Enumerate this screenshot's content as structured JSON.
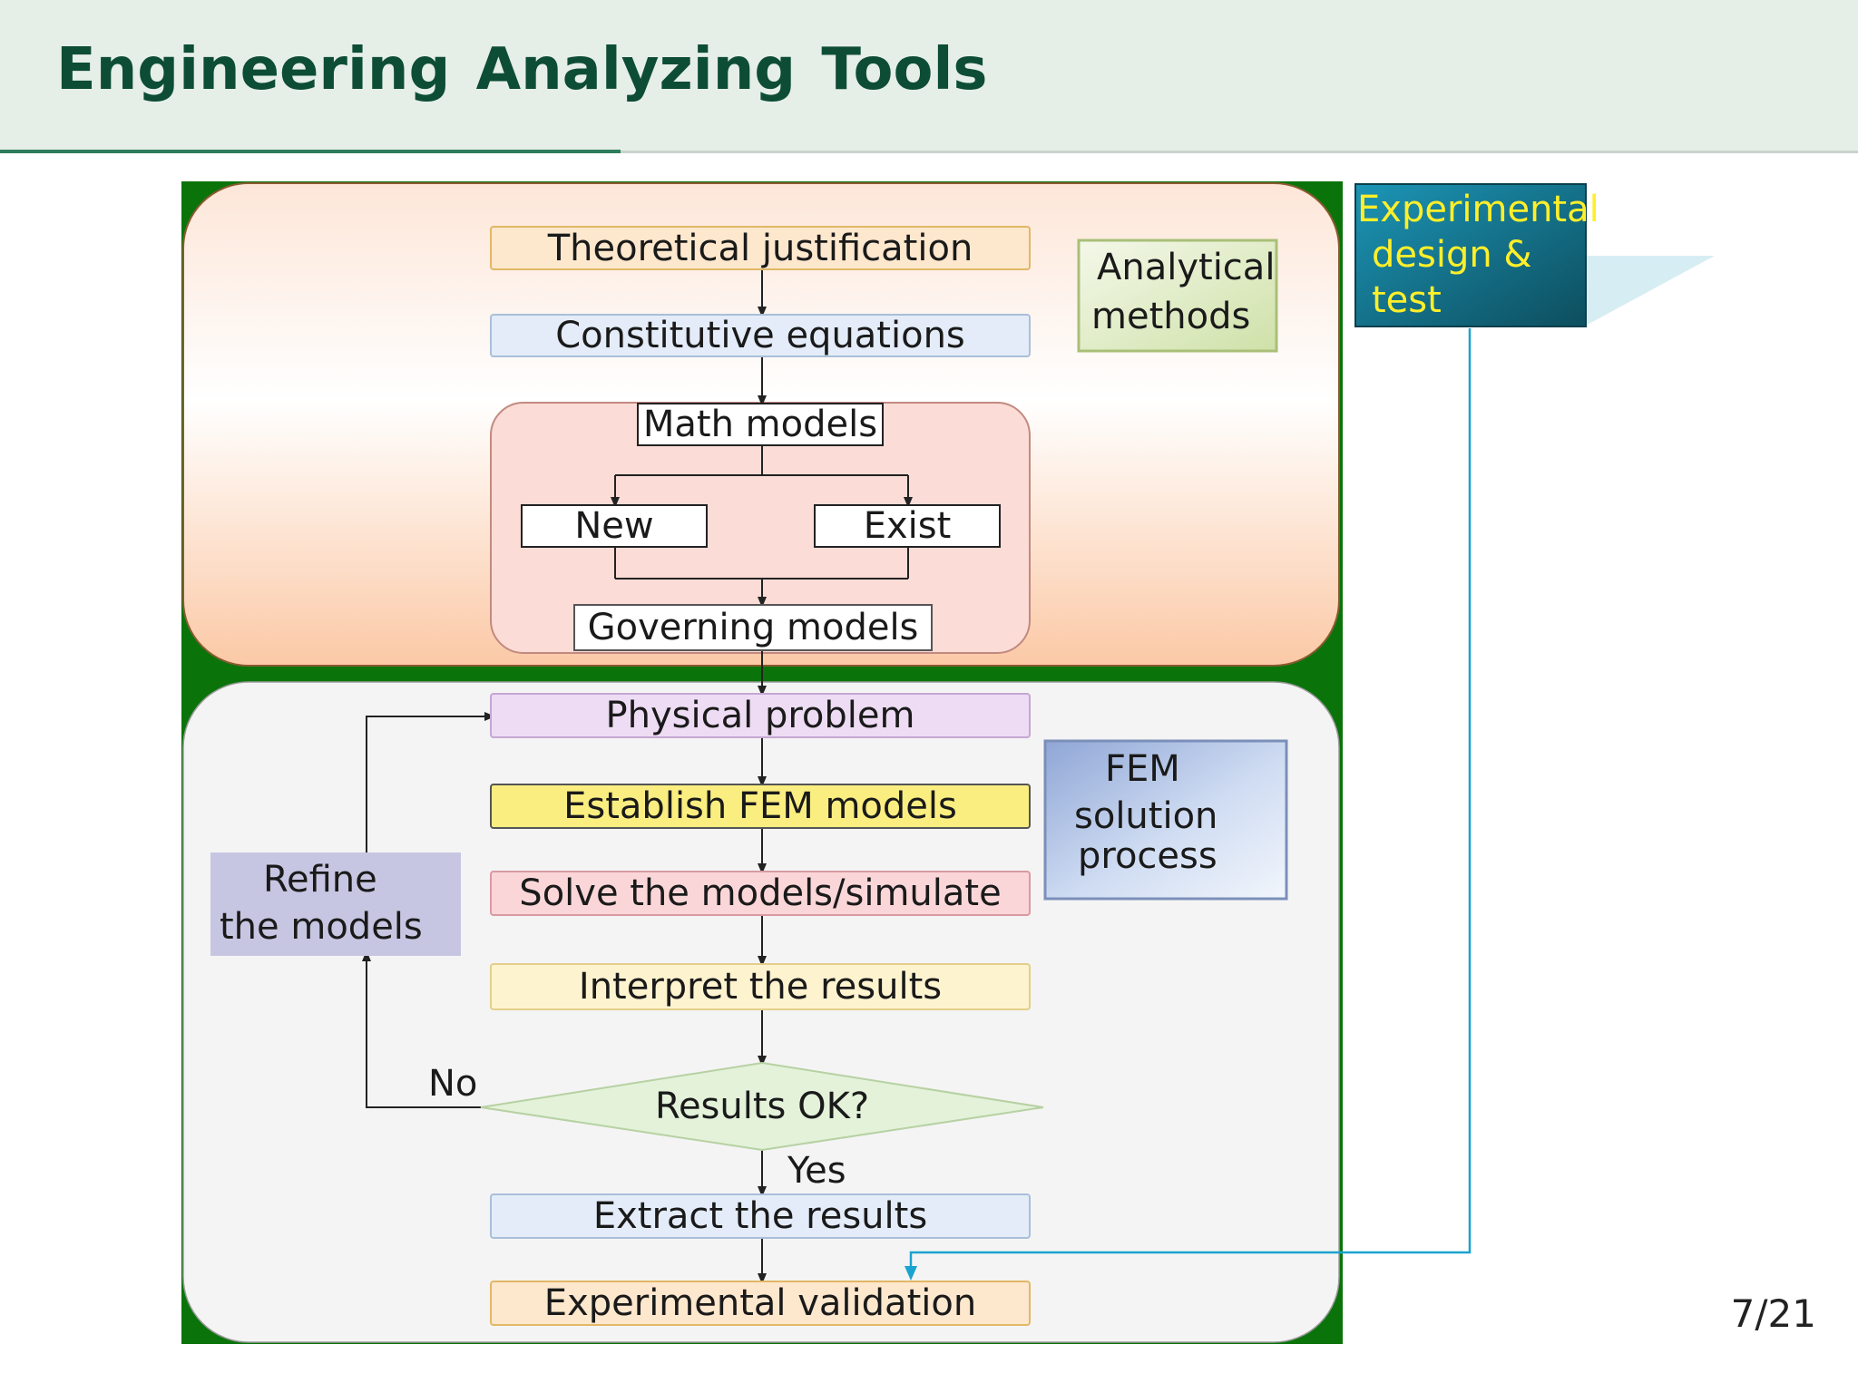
{
  "slide": {
    "title": "Engineering Analyzing Tools",
    "page_number": "7/21"
  },
  "diagram": {
    "steps": {
      "theoretical": "Theoretical justification",
      "constitutive": "Constitutive equations",
      "math_models": "Math models",
      "new": "New",
      "exist": "Exist",
      "governing": "Governing models",
      "physical": "Physical problem",
      "establish": "Establish FEM models",
      "solve": "Solve the models/simulate",
      "interpret": "Interpret the results",
      "decision": "Results OK?",
      "extract": "Extract the results",
      "validation": "Experimental validation"
    },
    "notes": {
      "analytical": [
        "Analytical",
        "methods"
      ],
      "fem": [
        "FEM",
        "solution",
        "process"
      ],
      "refine": [
        "Refine",
        "the models"
      ],
      "experimental": [
        "Experimental",
        "design &",
        "test"
      ]
    },
    "edge_labels": {
      "no": "No",
      "yes": "Yes"
    }
  },
  "colors": {
    "frame_green": "#0a740a",
    "header_bg": "#e6eee8",
    "title_color": "#0d4d35",
    "link_cyan": "#1aa3cf"
  }
}
